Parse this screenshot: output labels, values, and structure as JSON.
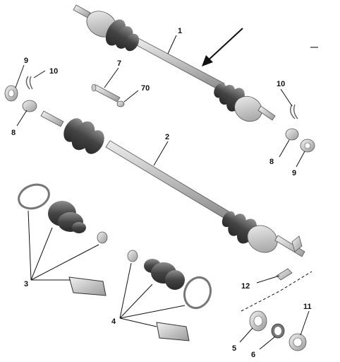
{
  "callouts": {
    "c1": "1",
    "c2": "2",
    "c3": "3",
    "c4": "4",
    "c5": "5",
    "c6": "6",
    "c7": "7",
    "c8a": "8",
    "c8b": "8",
    "c9a": "9",
    "c9b": "9",
    "c10a": "10",
    "c10b": "10",
    "c11": "11",
    "c12": "12",
    "c70": "70"
  },
  "corner_mark": "—",
  "colors": {
    "part_fill": "#d4d4d4",
    "part_dark": "#555555",
    "boot_fill": "#5a5a5a",
    "ink": "#111111"
  }
}
